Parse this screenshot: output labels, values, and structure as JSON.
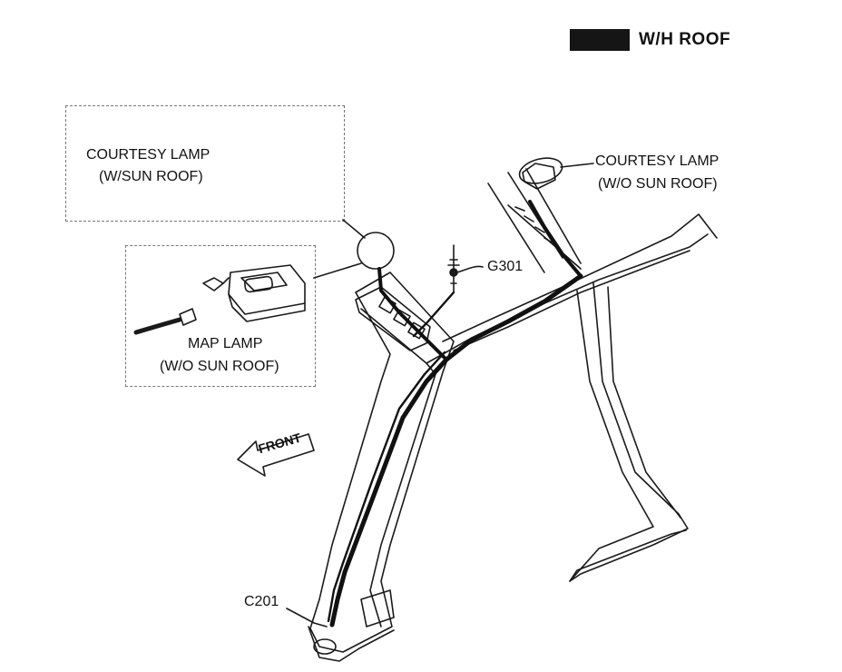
{
  "legend": {
    "label": "W/H ROOF",
    "swatch_color": "#151515"
  },
  "labels": {
    "courtesy_lamp_sun_roof": [
      "COURTESY LAMP",
      "(W/SUN ROOF)"
    ],
    "map_lamp": [
      "MAP LAMP",
      "(W/O SUN ROOF)"
    ],
    "courtesy_lamp_no_sun_roof": [
      "COURTESY LAMP",
      "(W/O SUN ROOF)"
    ],
    "ground": "G301",
    "connector": "C201",
    "front_arrow": "FRONT"
  },
  "colors": {
    "harness": "#111111",
    "line": "#1a1a1a"
  }
}
